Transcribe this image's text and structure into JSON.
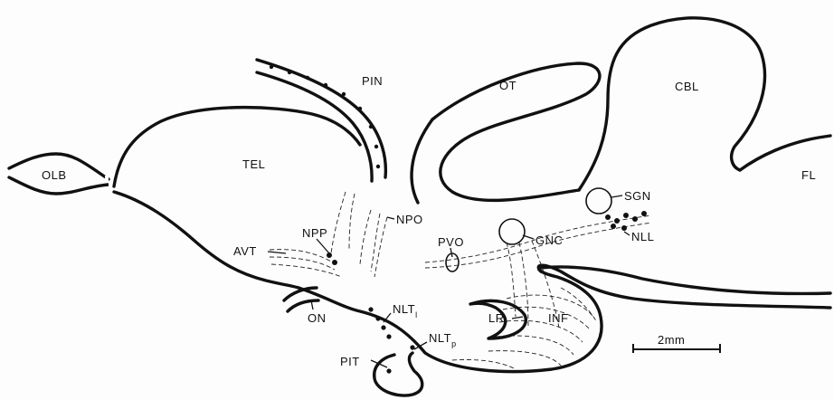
{
  "labels": {
    "olb": "OLB",
    "tel": "TEL",
    "pin": "PIN",
    "ot": "OT",
    "cbl": "CBL",
    "fl": "FL",
    "sgn": "SGN",
    "npo": "NPO",
    "npp": "NPP",
    "avt": "AVT",
    "pvo": "PVO",
    "gnc": "GNC",
    "nll": "NLL",
    "on": "ON",
    "nlt_l": "NLT",
    "nlt_l_sub": "l",
    "nlt_p": "NLT",
    "nlt_p_sub": "p",
    "lr": "LR",
    "inf": "INF",
    "pit": "PIT"
  },
  "scale_bar": {
    "label": "2mm"
  }
}
